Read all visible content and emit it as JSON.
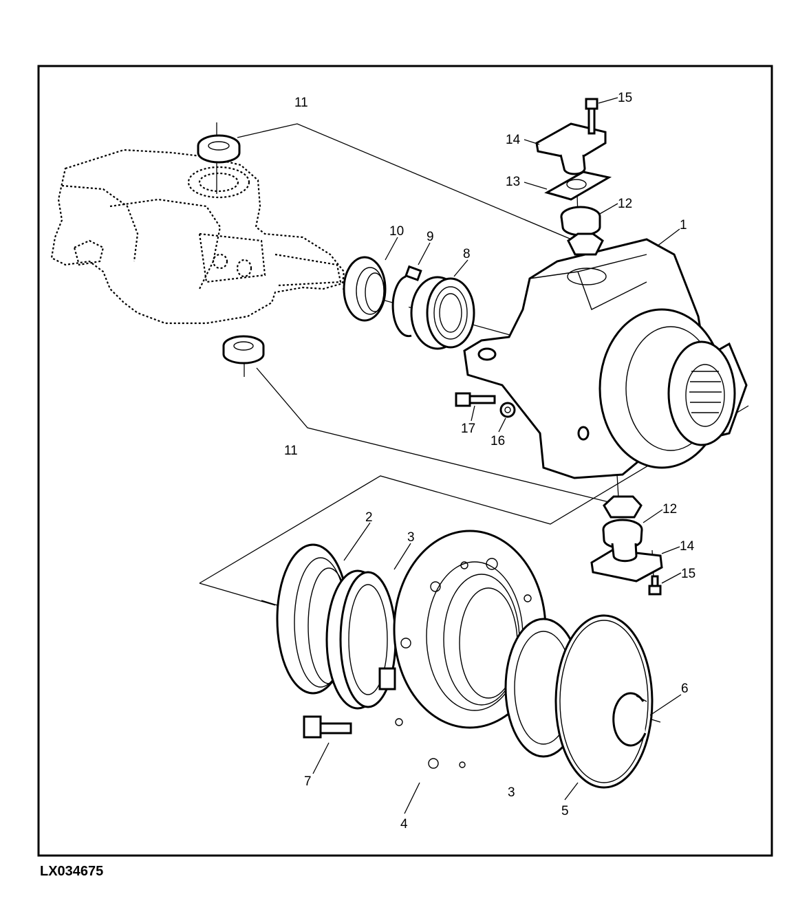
{
  "figure_id": "LX034675",
  "callouts": [
    {
      "id": "c1",
      "text": "1"
    },
    {
      "id": "c2",
      "text": "2"
    },
    {
      "id": "c3a",
      "text": "3"
    },
    {
      "id": "c3b",
      "text": "3"
    },
    {
      "id": "c4",
      "text": "4"
    },
    {
      "id": "c5",
      "text": "5"
    },
    {
      "id": "c6",
      "text": "6"
    },
    {
      "id": "c7",
      "text": "7"
    },
    {
      "id": "c8",
      "text": "8"
    },
    {
      "id": "c9",
      "text": "9"
    },
    {
      "id": "c10",
      "text": "10"
    },
    {
      "id": "c11a",
      "text": "11"
    },
    {
      "id": "c11b",
      "text": "11"
    },
    {
      "id": "c12a",
      "text": "12"
    },
    {
      "id": "c12b",
      "text": "12"
    },
    {
      "id": "c13",
      "text": "13"
    },
    {
      "id": "c14a",
      "text": "14"
    },
    {
      "id": "c14b",
      "text": "14"
    },
    {
      "id": "c15a",
      "text": "15"
    },
    {
      "id": "c15b",
      "text": "15"
    },
    {
      "id": "c16",
      "text": "16"
    },
    {
      "id": "c17",
      "text": "17"
    }
  ]
}
